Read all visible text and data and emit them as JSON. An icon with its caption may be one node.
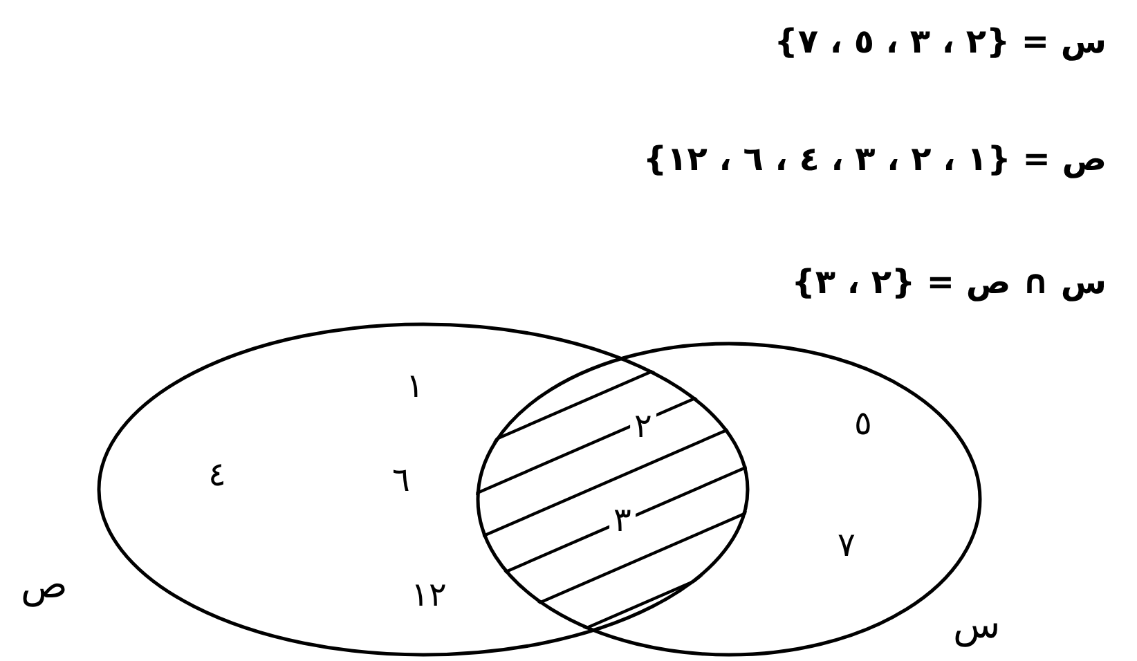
{
  "diagram": {
    "nodes": [
      {
        "text": [
          "ص"
        ]
      },
      {
        "text": [
          "س"
        ]
      }
    ],
    "edges": [],
    "labels": [
      "س = {٢ ، ٣ ، ٥ ، ٧}",
      "ص = {١ ، ٢ ، ٣ ، ٤ ، ٦ ، ١٢}",
      "س ∩ ص = {٢ ، ٣}",
      "١",
      "٢",
      "٥",
      "٤",
      "٦",
      "٣",
      "٧",
      "١٢"
    ]
  }
}
